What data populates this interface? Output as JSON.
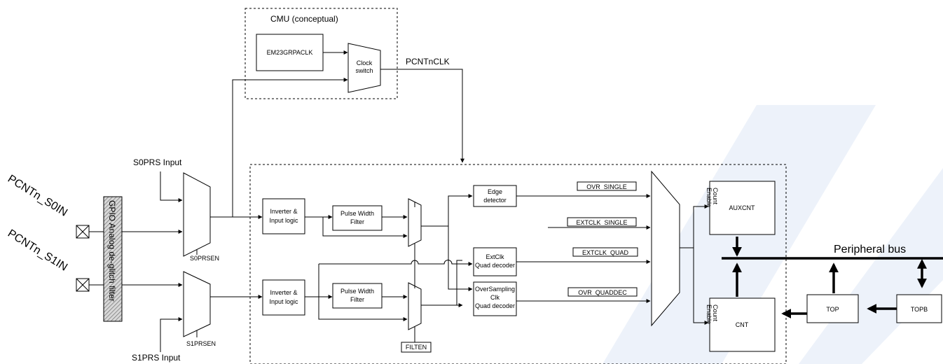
{
  "cmu": {
    "title": "CMU (conceptual)",
    "em23_label": "EM23GRPACLK",
    "switch_line1": "Clock",
    "switch_line2": "switch",
    "pcnt_clk": "PCNTnCLK"
  },
  "pins": {
    "s0in": "PCNTn_S0IN",
    "s1in": "PCNTn_S1IN",
    "gpio_filter": "GPIO Analog de-glitch filter"
  },
  "prs": {
    "s0_input": "S0PRS Input",
    "s1_input": "S1PRS Input",
    "s0_sel": "S0PRSEN",
    "s1_sel": "S1PRSEN"
  },
  "blocks": {
    "inv1_l1": "Inverter &",
    "inv1_l2": "Input logic",
    "inv2_l1": "Inverter &",
    "inv2_l2": "Input logic",
    "pwf1_l1": "Pulse Width",
    "pwf1_l2": "Filter",
    "pwf2_l1": "Pulse Width",
    "pwf2_l2": "Filter",
    "edge_l1": "Edge",
    "edge_l2": "detector",
    "extclk_l1": "ExtClk",
    "extclk_l2": "Quad decoder",
    "ovs_l1": "OverSampling",
    "ovs_l2": "Clk",
    "ovs_l3": "Quad decoder",
    "filten": "FILTEN"
  },
  "signals": {
    "ovr_single": "OVR_SINGLE",
    "extclk_single": "EXTCLK_SINGLE",
    "extclk_quad": "EXTCLK_QUAD",
    "ovr_quaddec": "OVR_QUADDEC"
  },
  "counters": {
    "auxcnt": "AUXCNT",
    "cnt": "CNT",
    "count_l1": "Count",
    "count_l2": "Enable",
    "top": "TOP",
    "topb": "TOPB"
  },
  "bus": {
    "label": "Peripheral  bus"
  },
  "colors": {
    "watermark": "#e2ebf7",
    "gpio_hatch": "#777777"
  }
}
